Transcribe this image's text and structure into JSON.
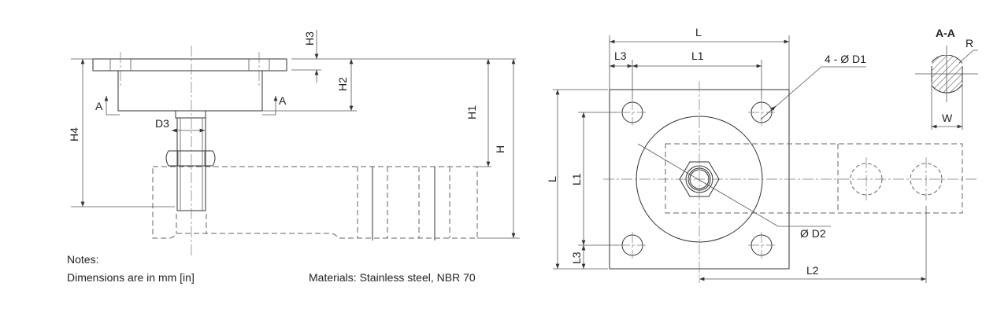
{
  "labels": {
    "H": "H",
    "H1": "H1",
    "H2": "H2",
    "H3": "H3",
    "H4": "H4",
    "D3": "D3",
    "A_left": "A",
    "A_right": "A",
    "L_top": "L",
    "L1_top": "L1",
    "L3_top": "L3",
    "L_left": "L",
    "L1_left": "L1",
    "L3_left": "L3",
    "D1": "4 - Ø D1",
    "D2": "Ø D2",
    "L2": "L2",
    "section": "A-A",
    "R": "R",
    "W": "W"
  },
  "notes": {
    "heading": "Notes:",
    "units": "Dimensions are in mm [in]",
    "materials": "Materials: Stainless steel, NBR 70"
  }
}
